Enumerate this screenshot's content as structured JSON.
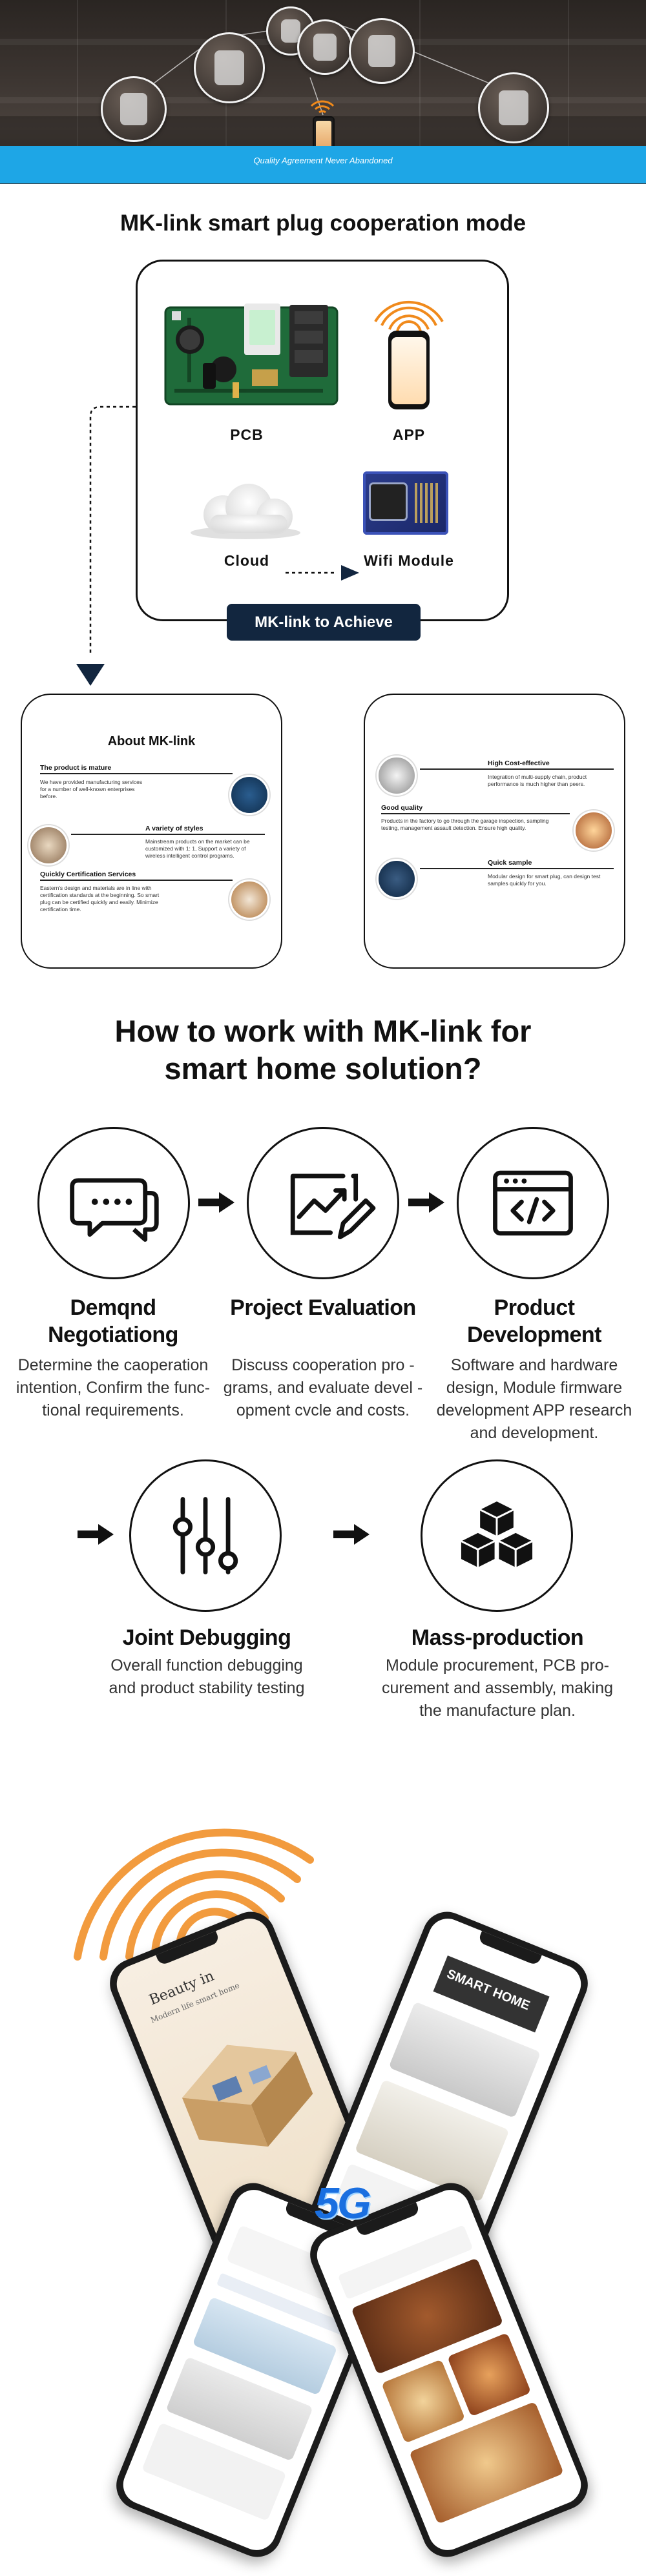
{
  "hero": {
    "tagline": "Quality Agreement Never Abandoned"
  },
  "cooperation": {
    "title": "MK-link smart plug cooperation mode",
    "items": [
      {
        "label": "PCB"
      },
      {
        "label": "APP"
      },
      {
        "label": "Cloud"
      },
      {
        "label": "Wifi Module"
      }
    ],
    "achieve_button": "MK-link to Achieve"
  },
  "about": {
    "title": "About MK-link",
    "blocks": [
      {
        "heading": "The product is mature",
        "text": "We have provided manufacturing services for a number of well-known enterprises before."
      },
      {
        "heading": "A variety of styles",
        "text": "Mainstream products on the market can be customized with 1: 1, Support a variety of wireless intelligent control programs."
      },
      {
        "heading": "Quickly Certification Services",
        "text": "Eastern's design and materials are in line with certification standards at the beginning. So smart plug can be certified quickly and easily. Minimize certification time."
      }
    ]
  },
  "advantages": {
    "blocks": [
      {
        "heading": "High Cost-effective",
        "text": "Integration of multi-supply chain, product performance is much higher than peers."
      },
      {
        "heading": "Good quality",
        "text": "Products in the factory to go through the garage inspection, sampling testing, management assault detection. Ensure high quality."
      },
      {
        "heading": "Quick sample",
        "text": "Modular design for smart plug, can design test samples quickly for you."
      }
    ]
  },
  "how": {
    "title_line1": "How to work with MK-link for",
    "title_line2": "smart home solution?",
    "steps": [
      {
        "icon": "chat-bubbles-icon",
        "title_line1": "Demqnd",
        "title_line2": "Negotiationg",
        "desc": [
          "Determine the caoperation",
          "intention, Confirm the func-",
          "tional requirements."
        ]
      },
      {
        "icon": "chart-edit-icon",
        "title_line1": "Project Evaluation",
        "title_line2": "",
        "desc": [
          "Discuss cooperation pro -",
          "grams, and evaluate devel -",
          "opment cvcle and costs."
        ]
      },
      {
        "icon": "code-window-icon",
        "title_line1": "Product Development",
        "title_line2": "",
        "desc": [
          "Software and hardware",
          "design, Module firmware",
          "development APP research",
          "and development."
        ]
      },
      {
        "icon": "sliders-icon",
        "title_line1": "Joint Debugging",
        "title_line2": "",
        "desc": [
          "Overall function debugging",
          "and product stability testing"
        ]
      },
      {
        "icon": "cubes-icon",
        "title_line1": "Mass-production",
        "title_line2": "",
        "desc": [
          "Module procurement, PCB pro-",
          "curement and assembly, making",
          "the manufacture plan."
        ]
      }
    ]
  },
  "phones": {
    "badge": "5G",
    "screen1_title": "Beauty in",
    "screen1_subtitle": "Modern life smart home",
    "screen2_title": "SMART HOME"
  },
  "colors": {
    "banner_blue": "#1ea6e6",
    "navy": "#12263f",
    "accent_orange": "#f08a1c",
    "text_dark": "#111111"
  }
}
